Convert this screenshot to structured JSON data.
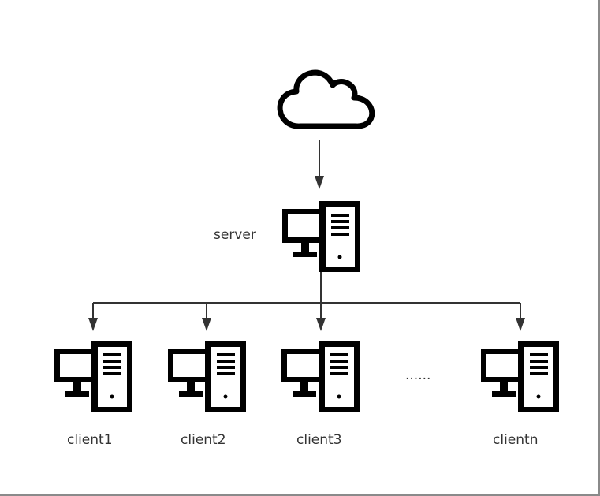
{
  "nodes": {
    "cloud": {
      "icon": "cloud-icon"
    },
    "server": {
      "label": "server",
      "icon": "computer-icon"
    },
    "clients": [
      {
        "label": "client1",
        "icon": "computer-icon"
      },
      {
        "label": "client2",
        "icon": "computer-icon"
      },
      {
        "label": "client3",
        "icon": "computer-icon"
      },
      {
        "label": "clientn",
        "icon": "computer-icon"
      }
    ],
    "ellipsis": "......"
  },
  "colors": {
    "stroke": "#000000",
    "arrow": "#333333",
    "text": "#333333"
  }
}
